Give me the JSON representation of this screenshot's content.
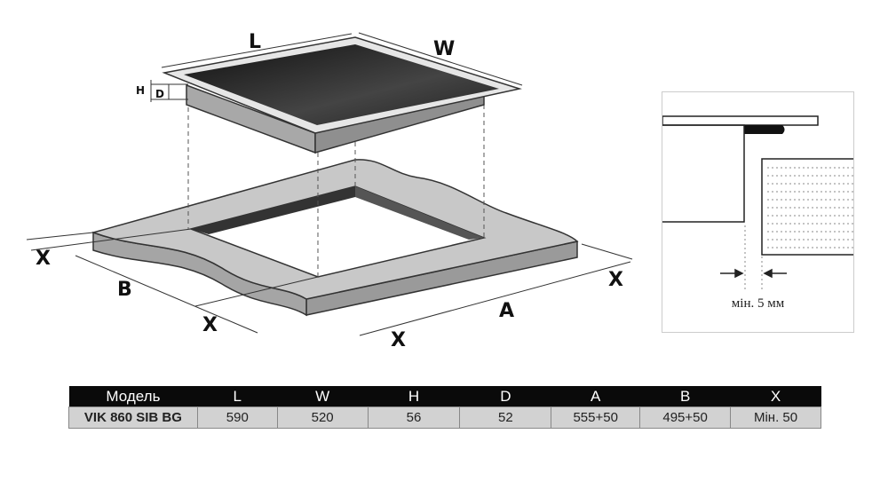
{
  "labels": {
    "L": "L",
    "W": "W",
    "H": "H",
    "D": "D",
    "A": "A",
    "B": "B",
    "X": "X"
  },
  "detail": {
    "note": "мін. 5 мм"
  },
  "table": {
    "headers": [
      "Модель",
      "L",
      "W",
      "H",
      "D",
      "A",
      "B",
      "X"
    ],
    "rows": [
      [
        "VIK 860 SIB BG",
        "590",
        "520",
        "56",
        "52",
        "555+50",
        "495+50",
        "Мін. 50"
      ]
    ]
  }
}
